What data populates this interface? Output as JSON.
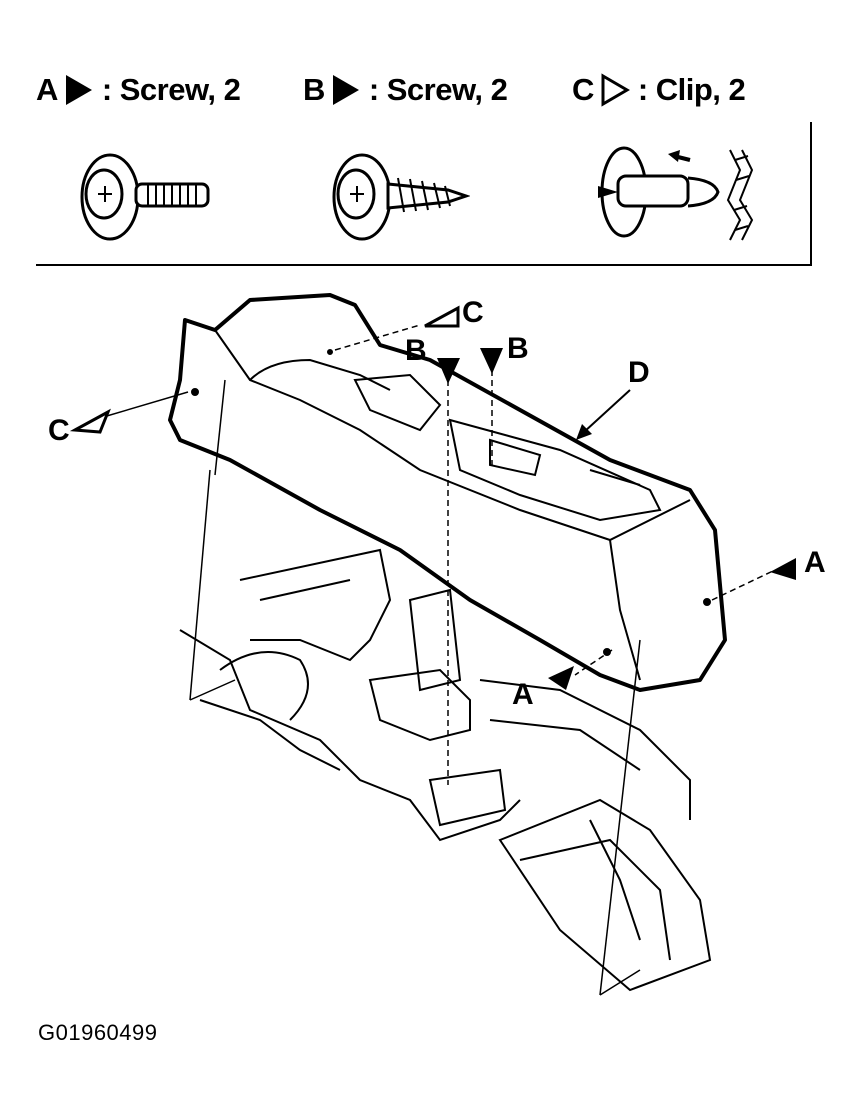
{
  "legend": {
    "a": {
      "key": "A",
      "sep": ":",
      "text": "Screw, 2",
      "icon": "filled-triangle-icon"
    },
    "b": {
      "key": "B",
      "sep": ":",
      "text": "Screw, 2",
      "icon": "filled-triangle-icon"
    },
    "c": {
      "key": "C",
      "sep": ":",
      "text": "Clip, 2",
      "icon": "outline-triangle-icon"
    }
  },
  "callouts": {
    "c_top": "C",
    "c_left": "C",
    "b_left": "B",
    "b_right": "B",
    "d": "D",
    "a_right": "A",
    "a_center": "A"
  },
  "figure_code": "G01960499"
}
